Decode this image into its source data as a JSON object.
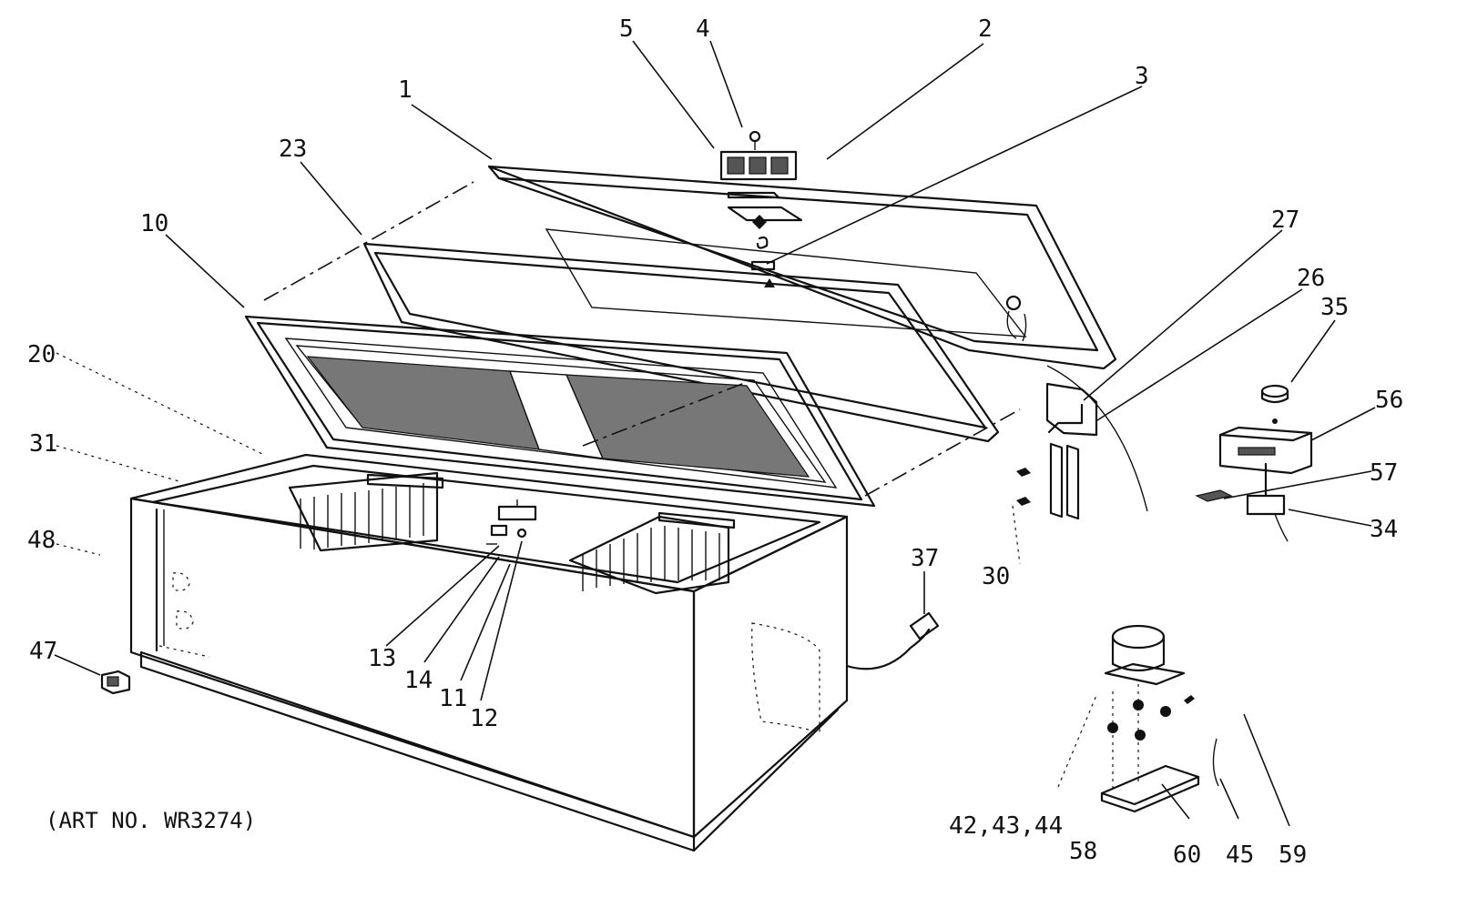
{
  "art_number": "(ART NO. WR3274)",
  "labels": {
    "l1": "1",
    "l2": "2",
    "l3": "3",
    "l4": "4",
    "l5": "5",
    "l10": "10",
    "l11": "11",
    "l12": "12",
    "l13": "13",
    "l14": "14",
    "l20": "20",
    "l23": "23",
    "l26": "26",
    "l27": "27",
    "l30": "30",
    "l31": "31",
    "l34": "34",
    "l35": "35",
    "l37": "37",
    "l42": "42,43,44",
    "l45": "45",
    "l47": "47",
    "l48": "48",
    "l56": "56",
    "l57": "57",
    "l58": "58",
    "l59": "59",
    "l60": "60"
  }
}
